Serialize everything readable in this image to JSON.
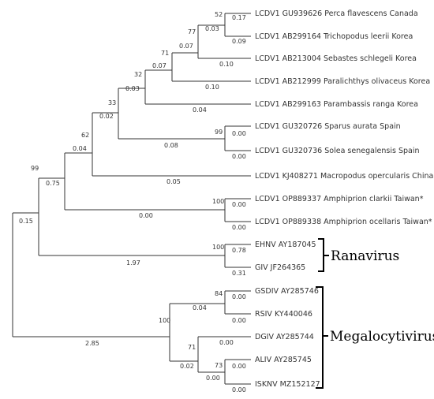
{
  "tree": {
    "leaves": [
      "LCDV1 GU939626 Perca flavescens Canada",
      "LCDV1 AB299164 Trichopodus leerii Korea",
      "LCDV1 AB213004 Sebastes schlegeli Korea",
      "LCDV1 AB212999 Paralichthys olivaceus Korea",
      "LCDV1 AB299163 Parambassis ranga Korea",
      "LCDV1 GU320726 Sparus aurata Spain",
      "LCDV1 GU320736 Solea senegalensis Spain",
      "LCDV1 KJ408271 Macropodus opercularis China",
      "LCDV1 OP889337 Amphiprion clarkii Taiwan*",
      "LCDV1 OP889338 Amphiprion ocellaris Taiwan*",
      "EHNV AY187045",
      "GIV JF264365",
      "GSDIV AY285746",
      "RSIV KY440046",
      "DGIV AY285744",
      "ALIV AY285745",
      "ISKNV MZ152127"
    ],
    "bootstrap": [
      "52",
      "77",
      "71",
      "32",
      "33",
      "62",
      "99",
      "99",
      "100",
      "100",
      "84",
      "100",
      "71",
      "73"
    ],
    "branch_lengths": [
      "0.17",
      "0.09",
      "0.03",
      "0.10",
      "0.07",
      "0.10",
      "0.07",
      "0.04",
      "0.03",
      "0.00",
      "0.00",
      "0.08",
      "0.02",
      "0.05",
      "0.04",
      "0.00",
      "0.00",
      "0.00",
      "0.75",
      "0.78",
      "0.31",
      "1.97",
      "0.15",
      "0.00",
      "0.00",
      "0.04",
      "0.00",
      "0.00",
      "0.00",
      "0.00",
      "0.02",
      "2.85"
    ],
    "groups": [
      "Ranavirus",
      "Megalocytivirus"
    ]
  }
}
